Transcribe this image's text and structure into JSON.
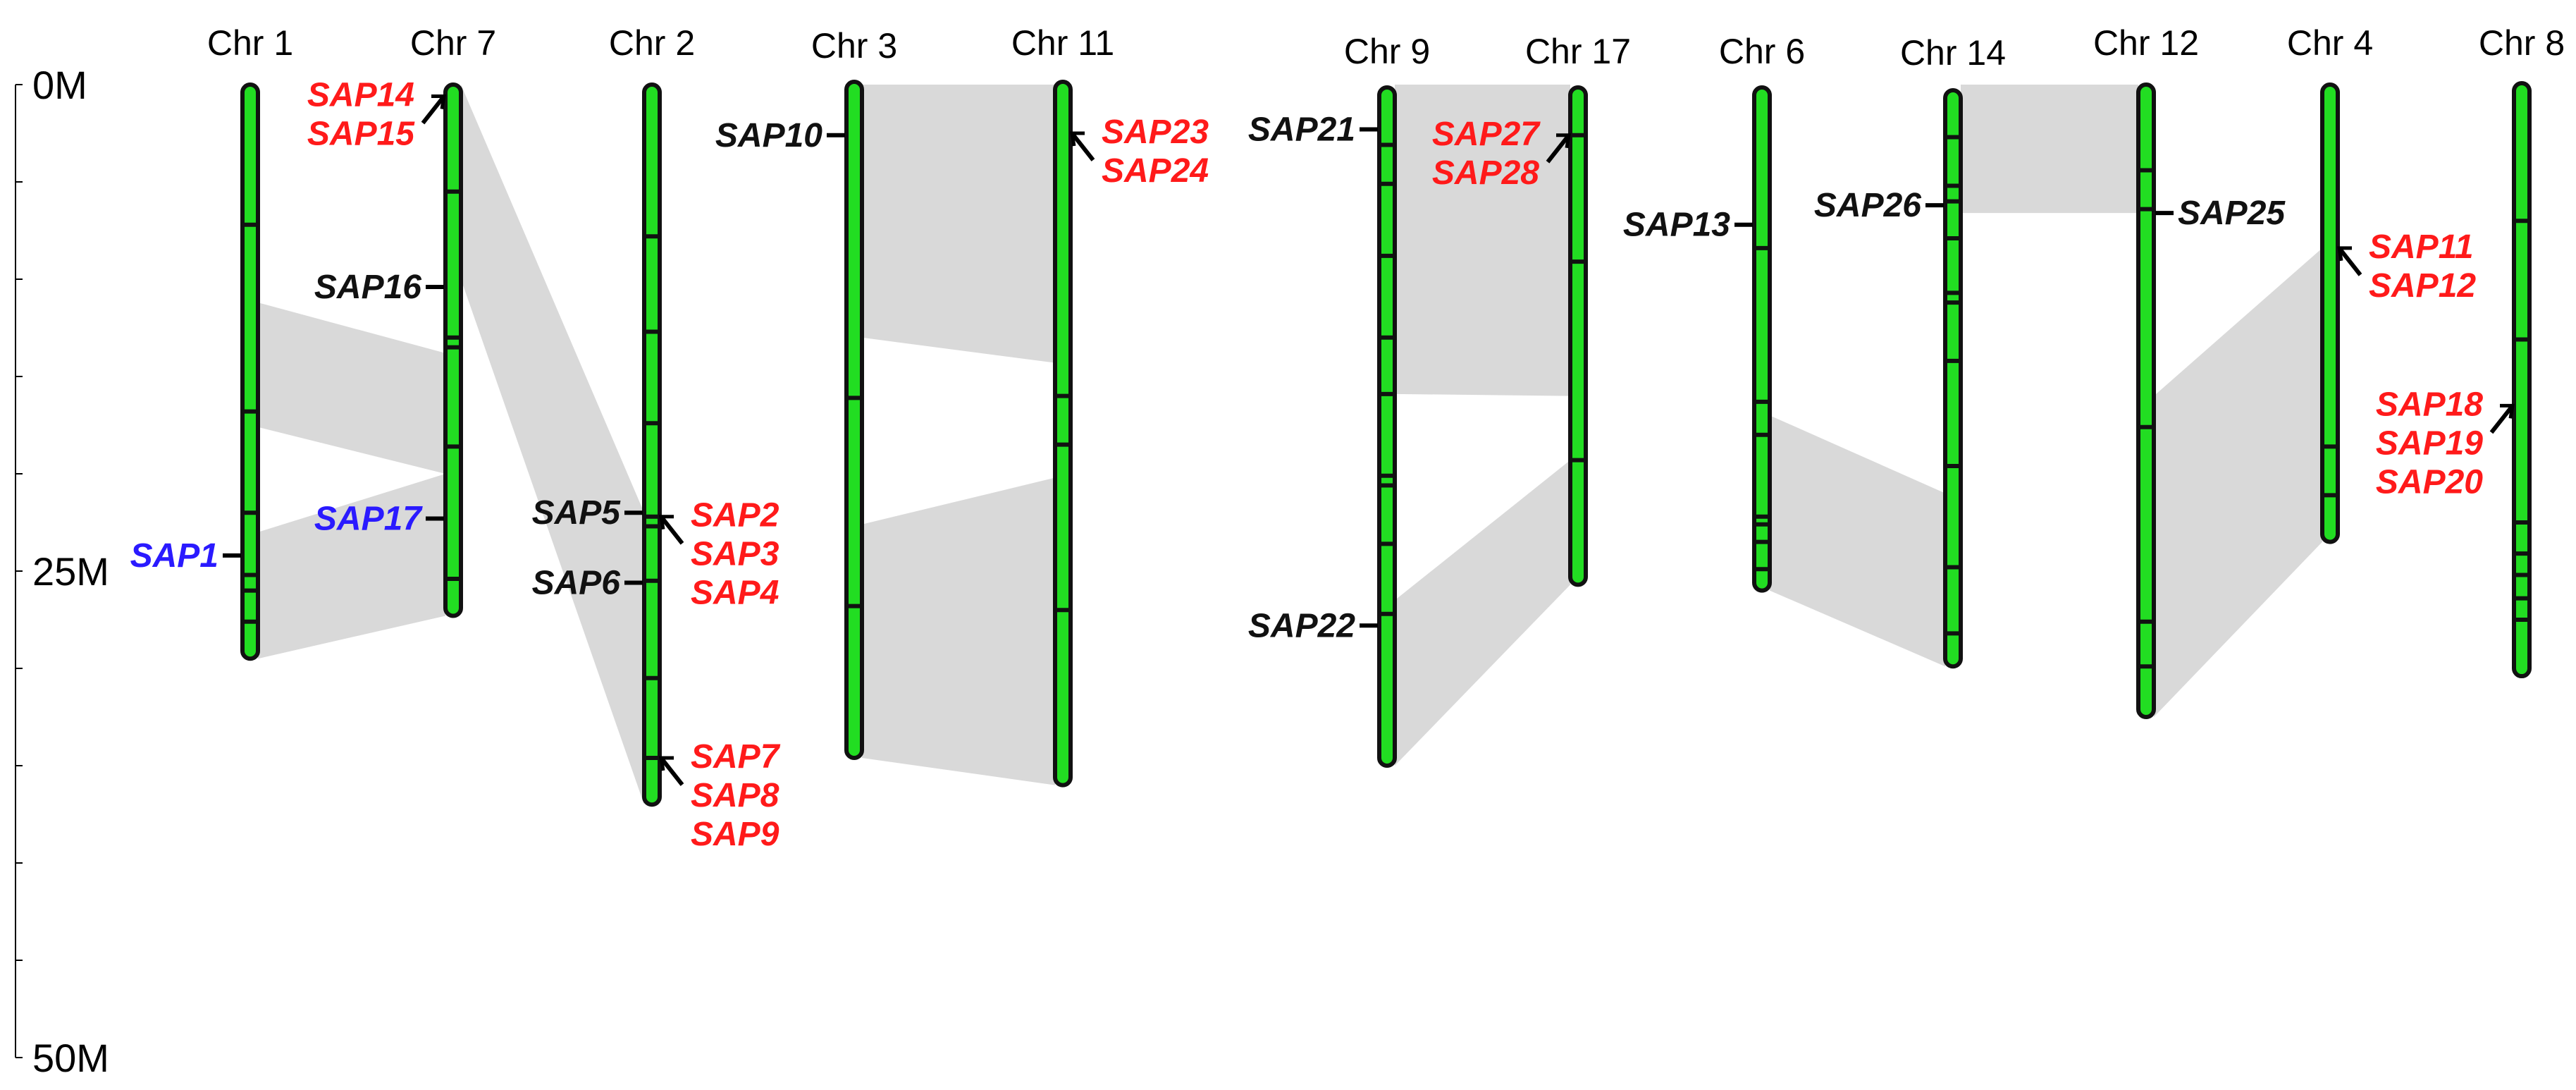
{
  "scale": {
    "min_mb": 0,
    "max_mb": 50,
    "labels": [
      "0M",
      "25M",
      "50M"
    ],
    "minor_step_mb": 5
  },
  "colors": {
    "chromosome_fill": "#22dd22",
    "chromosome_outline": "#111111",
    "synteny": "#d9d9d9",
    "gene_red": "#ff1a1a",
    "gene_black": "#111111",
    "gene_blue": "#2a1aff"
  },
  "chromosomes": [
    {
      "name": "Chr 1",
      "length_mb": 29.5,
      "bands_mb": [
        7.2,
        16.8,
        22.0,
        25.2,
        26.0,
        27.6
      ]
    },
    {
      "name": "Chr 7",
      "length_mb": 27.3,
      "bands_mb": [
        5.5,
        13.0,
        13.5,
        18.6,
        25.4
      ]
    },
    {
      "name": "Chr 2",
      "length_mb": 37.0,
      "bands_mb": [
        7.8,
        12.7,
        17.4,
        22.2,
        22.7,
        25.5,
        30.5,
        34.6
      ]
    },
    {
      "name": "Chr 3",
      "length_mb": 34.6,
      "bands_mb": [
        16.1,
        26.8
      ]
    },
    {
      "name": "Chr 11",
      "length_mb": 36.0,
      "bands_mb": [
        16.0,
        18.5,
        27.0
      ]
    },
    {
      "name": "Chr 9",
      "length_mb": 35.0,
      "bands_mb": [
        3.1,
        5.1,
        8.8,
        13.0,
        15.9,
        20.1,
        20.6,
        23.6,
        27.2
      ]
    },
    {
      "name": "Chr 17",
      "length_mb": 25.7,
      "bands_mb": [
        2.6,
        9.1,
        19.3
      ]
    },
    {
      "name": "Chr 6",
      "length_mb": 26.0,
      "bands_mb": [
        8.4,
        16.3,
        18.0,
        22.2,
        22.6,
        23.5,
        24.9
      ]
    },
    {
      "name": "Chr 14",
      "length_mb": 29.9,
      "bands_mb": [
        2.7,
        5.2,
        6.0,
        7.9,
        10.7,
        11.2,
        14.2,
        19.6,
        24.8,
        28.2
      ]
    },
    {
      "name": "Chr 12",
      "length_mb": 32.5,
      "bands_mb": [
        4.4,
        6.4,
        17.6,
        27.6,
        29.9
      ]
    },
    {
      "name": "Chr 4",
      "length_mb": 23.5,
      "bands_mb": [
        18.6,
        21.1
      ]
    },
    {
      "name": "Chr 8",
      "length_mb": 30.4,
      "bands_mb": [
        7.0,
        13.1,
        22.5,
        24.1,
        25.2,
        26.4,
        27.5
      ]
    }
  ],
  "synteny": [
    {
      "from": "Chr 1",
      "to": "Chr 7",
      "from_mb": [
        11.2,
        17.6
      ],
      "to_mb": [
        13.8,
        20.0
      ]
    },
    {
      "from": "Chr 1",
      "to": "Chr 7",
      "from_mb": [
        23.0,
        29.5
      ],
      "to_mb": [
        20.0,
        27.3
      ]
    },
    {
      "from": "Chr 7",
      "to": "Chr 2",
      "from_mb": [
        0.0,
        10.0
      ],
      "to_mb": [
        22.0,
        37.0
      ]
    },
    {
      "from": "Chr 3",
      "to": "Chr 11",
      "from_mb": [
        0.0,
        13.0
      ],
      "to_mb": [
        0.0,
        14.3
      ]
    },
    {
      "from": "Chr 3",
      "to": "Chr 11",
      "from_mb": [
        22.6,
        34.6
      ],
      "to_mb": [
        20.2,
        36.0
      ]
    },
    {
      "from": "Chr 9",
      "to": "Chr 17",
      "from_mb": [
        0.0,
        15.9
      ],
      "to_mb": [
        0.0,
        16.0
      ]
    },
    {
      "from": "Chr 9",
      "to": "Chr 17",
      "from_mb": [
        26.5,
        35.0
      ],
      "to_mb": [
        19.3,
        25.7
      ]
    },
    {
      "from": "Chr 6",
      "to": "Chr 14",
      "from_mb": [
        17.0,
        26.0
      ],
      "to_mb": [
        21.0,
        29.9
      ]
    },
    {
      "from": "Chr 14",
      "to": "Chr 12",
      "from_mb": [
        0.0,
        6.6
      ],
      "to_mb": [
        0.0,
        6.6
      ]
    },
    {
      "from": "Chr 12",
      "to": "Chr 4",
      "from_mb": [
        16.0,
        32.5
      ],
      "to_mb": [
        8.4,
        23.5
      ]
    }
  ],
  "genes": [
    {
      "labels": [
        "SAP1"
      ],
      "chr": "Chr 1",
      "position_mb": 24.2,
      "color": "blue",
      "side": "left"
    },
    {
      "labels": [
        "SAP14",
        "SAP15"
      ],
      "chr": "Chr 7",
      "position_mb": 0.6,
      "color": "red",
      "side": "left"
    },
    {
      "labels": [
        "SAP16"
      ],
      "chr": "Chr 7",
      "position_mb": 10.4,
      "color": "black",
      "side": "left"
    },
    {
      "labels": [
        "SAP17"
      ],
      "chr": "Chr 7",
      "position_mb": 22.3,
      "color": "blue",
      "side": "left"
    },
    {
      "labels": [
        "SAP5"
      ],
      "chr": "Chr 2",
      "position_mb": 22.0,
      "color": "black",
      "side": "left"
    },
    {
      "labels": [
        "SAP6"
      ],
      "chr": "Chr 2",
      "position_mb": 25.6,
      "color": "black",
      "side": "left"
    },
    {
      "labels": [
        "SAP2",
        "SAP3",
        "SAP4"
      ],
      "chr": "Chr 2",
      "position_mb": 22.2,
      "color": "red",
      "side": "right"
    },
    {
      "labels": [
        "SAP7",
        "SAP8",
        "SAP9"
      ],
      "chr": "Chr 2",
      "position_mb": 34.6,
      "color": "red",
      "side": "right"
    },
    {
      "labels": [
        "SAP10"
      ],
      "chr": "Chr 3",
      "position_mb": 2.6,
      "color": "black",
      "side": "left"
    },
    {
      "labels": [
        "SAP23",
        "SAP24"
      ],
      "chr": "Chr 11",
      "position_mb": 2.5,
      "color": "red",
      "side": "right"
    },
    {
      "labels": [
        "SAP21"
      ],
      "chr": "Chr 9",
      "position_mb": 2.3,
      "color": "black",
      "side": "left"
    },
    {
      "labels": [
        "SAP22"
      ],
      "chr": "Chr 9",
      "position_mb": 27.8,
      "color": "black",
      "side": "left"
    },
    {
      "labels": [
        "SAP27",
        "SAP28"
      ],
      "chr": "Chr 17",
      "position_mb": 2.6,
      "color": "red",
      "side": "left"
    },
    {
      "labels": [
        "SAP13"
      ],
      "chr": "Chr 6",
      "position_mb": 7.2,
      "color": "black",
      "side": "left"
    },
    {
      "labels": [
        "SAP26"
      ],
      "chr": "Chr 14",
      "position_mb": 6.2,
      "color": "black",
      "side": "left"
    },
    {
      "labels": [
        "SAP25"
      ],
      "chr": "Chr 12",
      "position_mb": 6.6,
      "color": "black",
      "side": "right"
    },
    {
      "labels": [
        "SAP11",
        "SAP12"
      ],
      "chr": "Chr 4",
      "position_mb": 8.4,
      "color": "red",
      "side": "right"
    },
    {
      "labels": [
        "SAP18",
        "SAP19",
        "SAP20"
      ],
      "chr": "Chr 8",
      "position_mb": 16.5,
      "color": "red",
      "side": "left"
    }
  ]
}
